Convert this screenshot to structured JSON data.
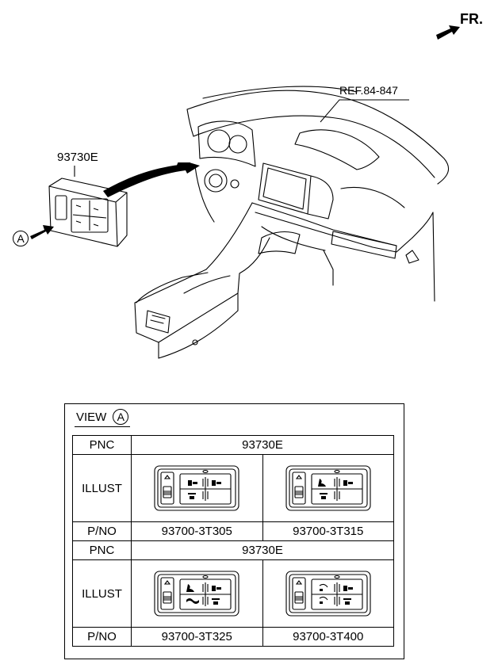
{
  "drawing": {
    "fr_label": "FR.",
    "ref_label": "REF.84-847",
    "part_label": "93730E",
    "view_callout": "A"
  },
  "view": {
    "title": "VIEW",
    "callout": "A",
    "groups": [
      {
        "pnc_label": "PNC",
        "pnc_value": "93730E",
        "illust_label": "ILLUST",
        "pno_label": "P/NO",
        "parts": [
          {
            "pno": "93700-3T305",
            "icon_variant": "park-assist-two-buttons"
          },
          {
            "pno": "93700-3T315",
            "icon_variant": "seat-heat-park-assist"
          }
        ]
      },
      {
        "pnc_label": "PNC",
        "pnc_value": "93730E",
        "illust_label": "ILLUST",
        "pno_label": "P/NO",
        "parts": [
          {
            "pno": "93700-3T325",
            "icon_variant": "seat-heat-steering-heat"
          },
          {
            "pno": "93700-3T400",
            "icon_variant": "seat-vent-four-buttons"
          }
        ]
      }
    ]
  }
}
